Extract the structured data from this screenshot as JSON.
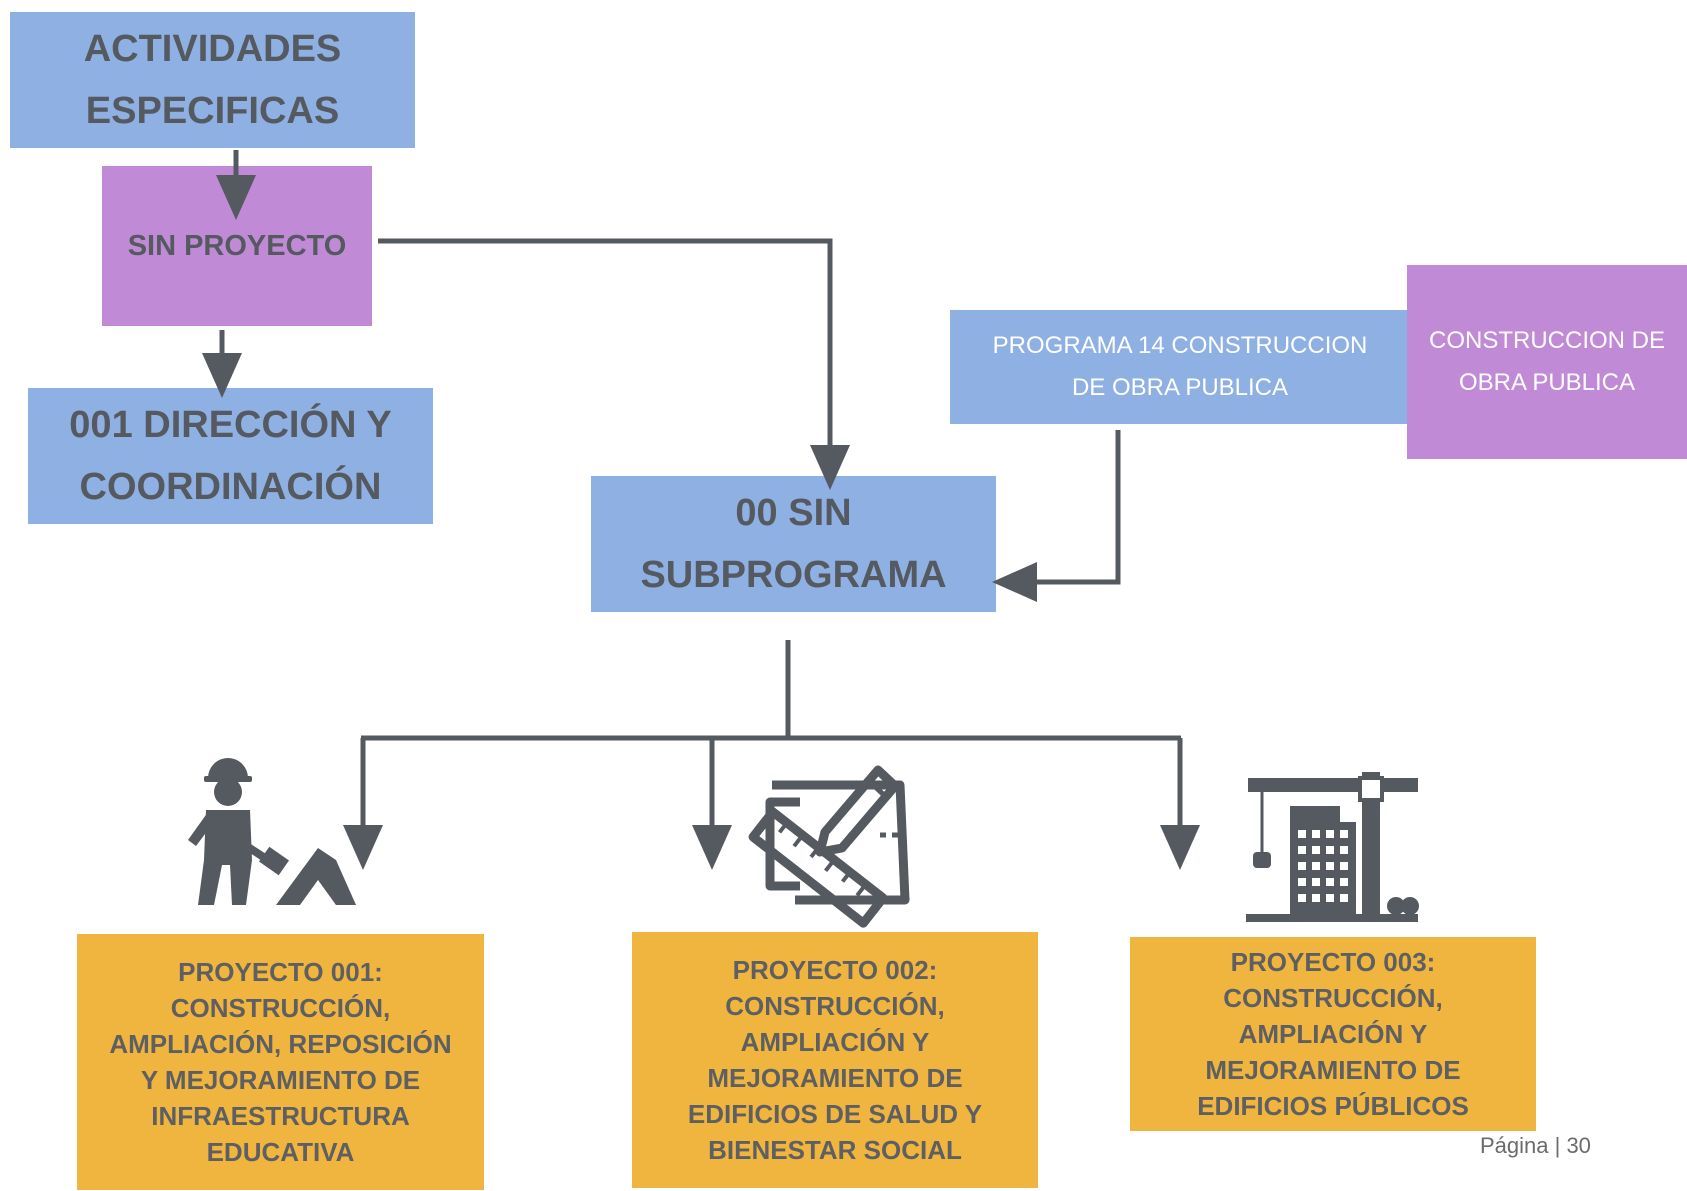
{
  "nodes": {
    "actividades": "ACTIVIDADES\nESPECIFICAS",
    "sin_proyecto": "SIN PROYECTO",
    "direccion": "001 DIRECCIÓN Y\nCOORDINACIÓN",
    "sin_subprograma": "00 SIN\nSUBPROGRAMA",
    "programa14": "PROGRAMA 14 CONSTRUCCION\nDE OBRA PUBLICA",
    "construccion_obra": "CONSTRUCCION DE\nOBRA PUBLICA",
    "proyecto_001": "PROYECTO 001:\nCONSTRUCCIÓN,\nAMPLIACIÓN, REPOSICIÓN\nY MEJORAMIENTO DE\nINFRAESTRUCTURA\nEDUCATIVA",
    "proyecto_002": "PROYECTO 002:\nCONSTRUCCIÓN,\nAMPLIACIÓN Y\nMEJORAMIENTO DE\nEDIFICIOS DE SALUD Y\nBIENESTAR SOCIAL",
    "proyecto_003": "PROYECTO 003:\nCONSTRUCCIÓN,\nAMPLIACIÓN Y\nMEJORAMIENTO DE\nEDIFICIOS PÚBLICOS"
  },
  "footer": {
    "page": "Página | 30"
  },
  "icons": [
    "construction-worker-icon",
    "design-drafting-icon",
    "building-crane-icon"
  ],
  "colors": {
    "blue": "#8fb0e3",
    "purple": "#c08ad6",
    "gold": "#efb53f",
    "connector": "#555960"
  }
}
